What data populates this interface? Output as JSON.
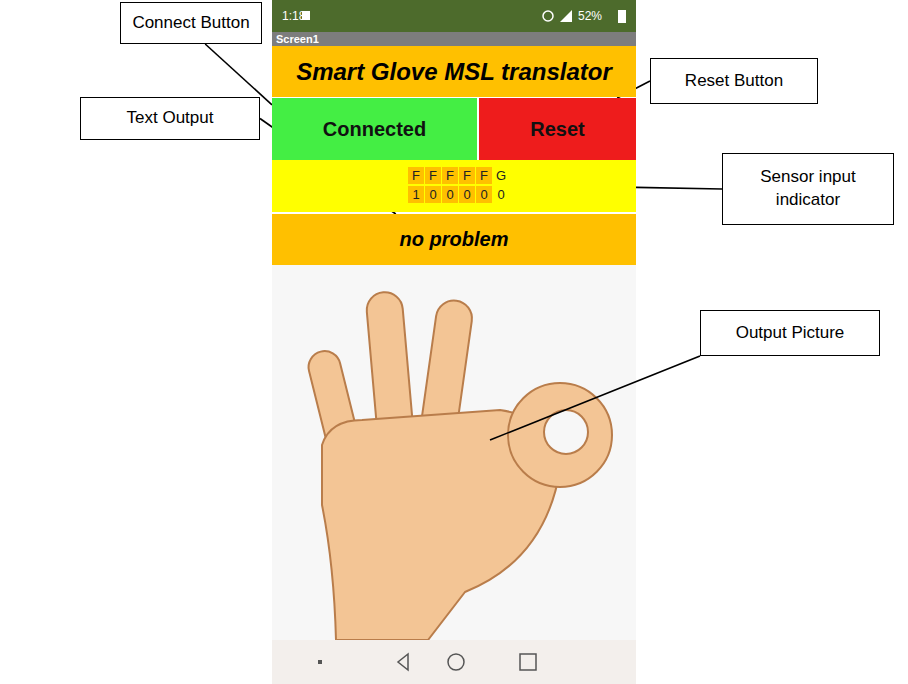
{
  "diagram": {
    "nodes": [
      {
        "text": [
          "Connect Button"
        ]
      },
      {
        "text": [
          "1:18",
          "52%"
        ]
      },
      {
        "text": [
          "Screen1"
        ]
      },
      {
        "text": [
          "Reset Button"
        ]
      },
      {
        "text": [
          "Smart Glove MSL translator"
        ]
      },
      {
        "text": [
          "Text Output"
        ]
      },
      {
        "text": [
          "Connected"
        ]
      },
      {
        "text": [
          "Reset"
        ]
      },
      {
        "text": [
          "Sensor input indicator"
        ]
      },
      {
        "text": [
          "F",
          "F",
          "F",
          "F",
          "F",
          "G",
          "1",
          "0",
          "0",
          "0",
          "0",
          "0"
        ]
      },
      {
        "text": [
          "no problem"
        ]
      },
      {
        "text": [
          "Output Picture"
        ]
      }
    ],
    "edges": [
      {
        "from": 0,
        "to": 6,
        "arrow": "none"
      },
      {
        "from": 5,
        "to": 10,
        "arrow": "none"
      },
      {
        "from": 3,
        "to": 7,
        "arrow": "none"
      },
      {
        "from": 8,
        "to": 9,
        "arrow": "none"
      }
    ]
  }
}
